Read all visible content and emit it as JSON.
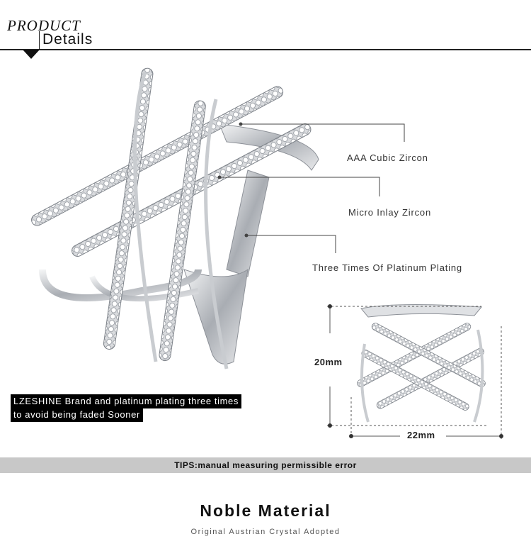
{
  "header": {
    "product": "PRODUCT",
    "details": "Details"
  },
  "callouts": [
    {
      "label": "AAA Cubic Zircon"
    },
    {
      "label": "Micro Inlay Zircon"
    },
    {
      "label": "Three Times Of Platinum Plating"
    }
  ],
  "dimensions": {
    "height": "20mm",
    "width": "22mm"
  },
  "brand_note": {
    "line1": "LZESHINE Brand and platinum plating three times",
    "line2": "to avoid being faded Sooner"
  },
  "tips": "TIPS:manual measuring permissible error",
  "footer": {
    "title": "Noble Material",
    "subtitle": "Original Austrian Crystal Adopted"
  },
  "colors": {
    "tips_bar": "#c8c8c8",
    "metal": "#b8bcc2",
    "brand_box": "#000000"
  }
}
